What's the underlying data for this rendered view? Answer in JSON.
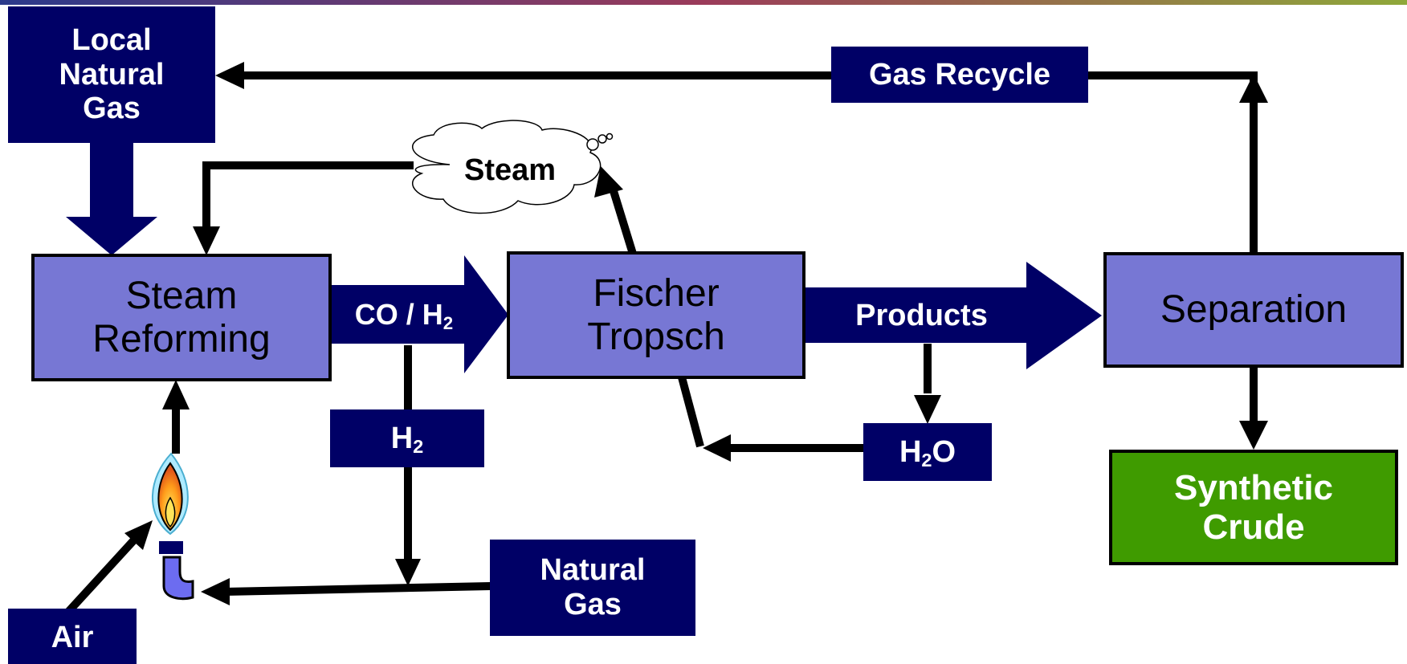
{
  "colors": {
    "navy": "#000066",
    "process": "#7777d4",
    "product": "#3f9b00",
    "top_stripe_left": "#2b3a8c",
    "top_stripe_right": "#8fa83a"
  },
  "nodes": {
    "local_gas": {
      "line1": "Local",
      "line2": "Natural",
      "line3": "Gas"
    },
    "gas_recycle": "Gas Recycle",
    "steam": "Steam",
    "steam_reforming": {
      "line1": "Steam",
      "line2": "Reforming"
    },
    "fischer_tropsch": {
      "line1": "Fischer",
      "line2": "Tropsch"
    },
    "separation": "Separation",
    "co_h2": {
      "prefix": "CO / H",
      "sub": "2"
    },
    "products": "Products",
    "h2": {
      "prefix": "H",
      "sub": "2"
    },
    "h2o": {
      "prefix": "H",
      "sub": "2",
      "suffix": "O"
    },
    "synthetic_crude": {
      "line1": "Synthetic",
      "line2": "Crude"
    },
    "natural_gas": {
      "line1": "Natural",
      "line2": "Gas"
    },
    "air": "Air"
  },
  "icons": {
    "burner": "flame-burner-icon",
    "steam_cloud": "cloud-icon"
  }
}
